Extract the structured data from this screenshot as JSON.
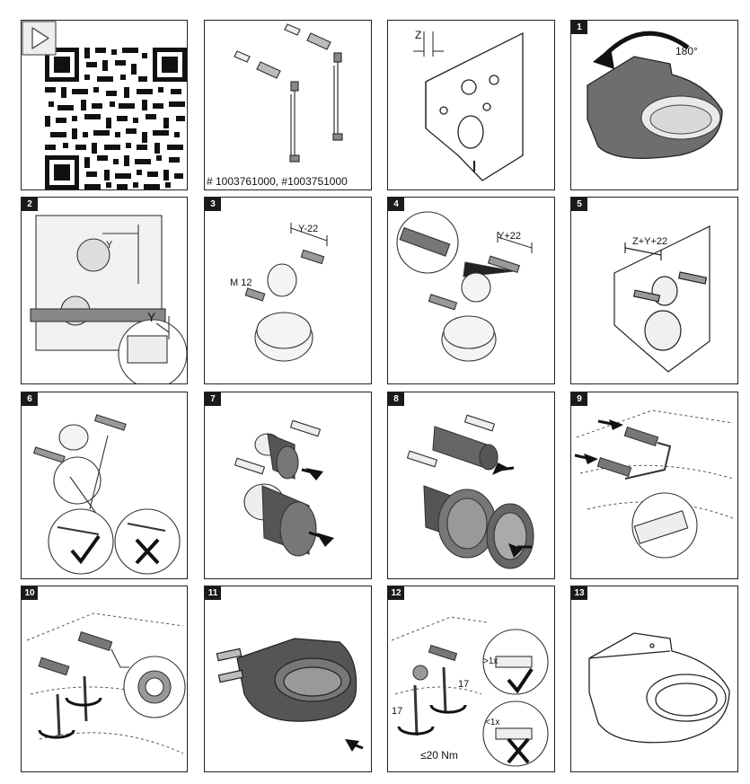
{
  "cells": [
    {
      "number": "",
      "label": "qr"
    },
    {
      "number": "",
      "label": "parts"
    },
    {
      "number": "",
      "label": "plate"
    },
    {
      "number": "1",
      "label": "step-1"
    },
    {
      "number": "2",
      "label": "step-2"
    },
    {
      "number": "3",
      "label": "step-3"
    },
    {
      "number": "4",
      "label": "step-4"
    },
    {
      "number": "5",
      "label": "step-5"
    },
    {
      "number": "6",
      "label": "step-6"
    },
    {
      "number": "7",
      "label": "step-7"
    },
    {
      "number": "8",
      "label": "step-8"
    },
    {
      "number": "9",
      "label": "step-9"
    },
    {
      "number": "10",
      "label": "step-10"
    },
    {
      "number": "11",
      "label": "step-11"
    },
    {
      "number": "12",
      "label": "step-12"
    },
    {
      "number": "13",
      "label": "step-13"
    }
  ],
  "annotations": {
    "article_numbers": "# 1003761000, #1003751000",
    "plate_z": "Z",
    "rotation": "180°",
    "step2_y": "Y",
    "step3_measure": "Y-22",
    "step3_thread": "M 12",
    "step4_measure": "Y+22",
    "step5_measure": "Z+Y+22",
    "step12_wrench_a": "17",
    "step12_wrench_b": "17",
    "step12_torque": "≤20 Nm",
    "step12_more": ">1x",
    "step12_less": "<1x"
  },
  "colors": {
    "ink": "#1a1a1a",
    "ceramic": "#6e6e6e",
    "part_gray": "#8a8a8a"
  }
}
